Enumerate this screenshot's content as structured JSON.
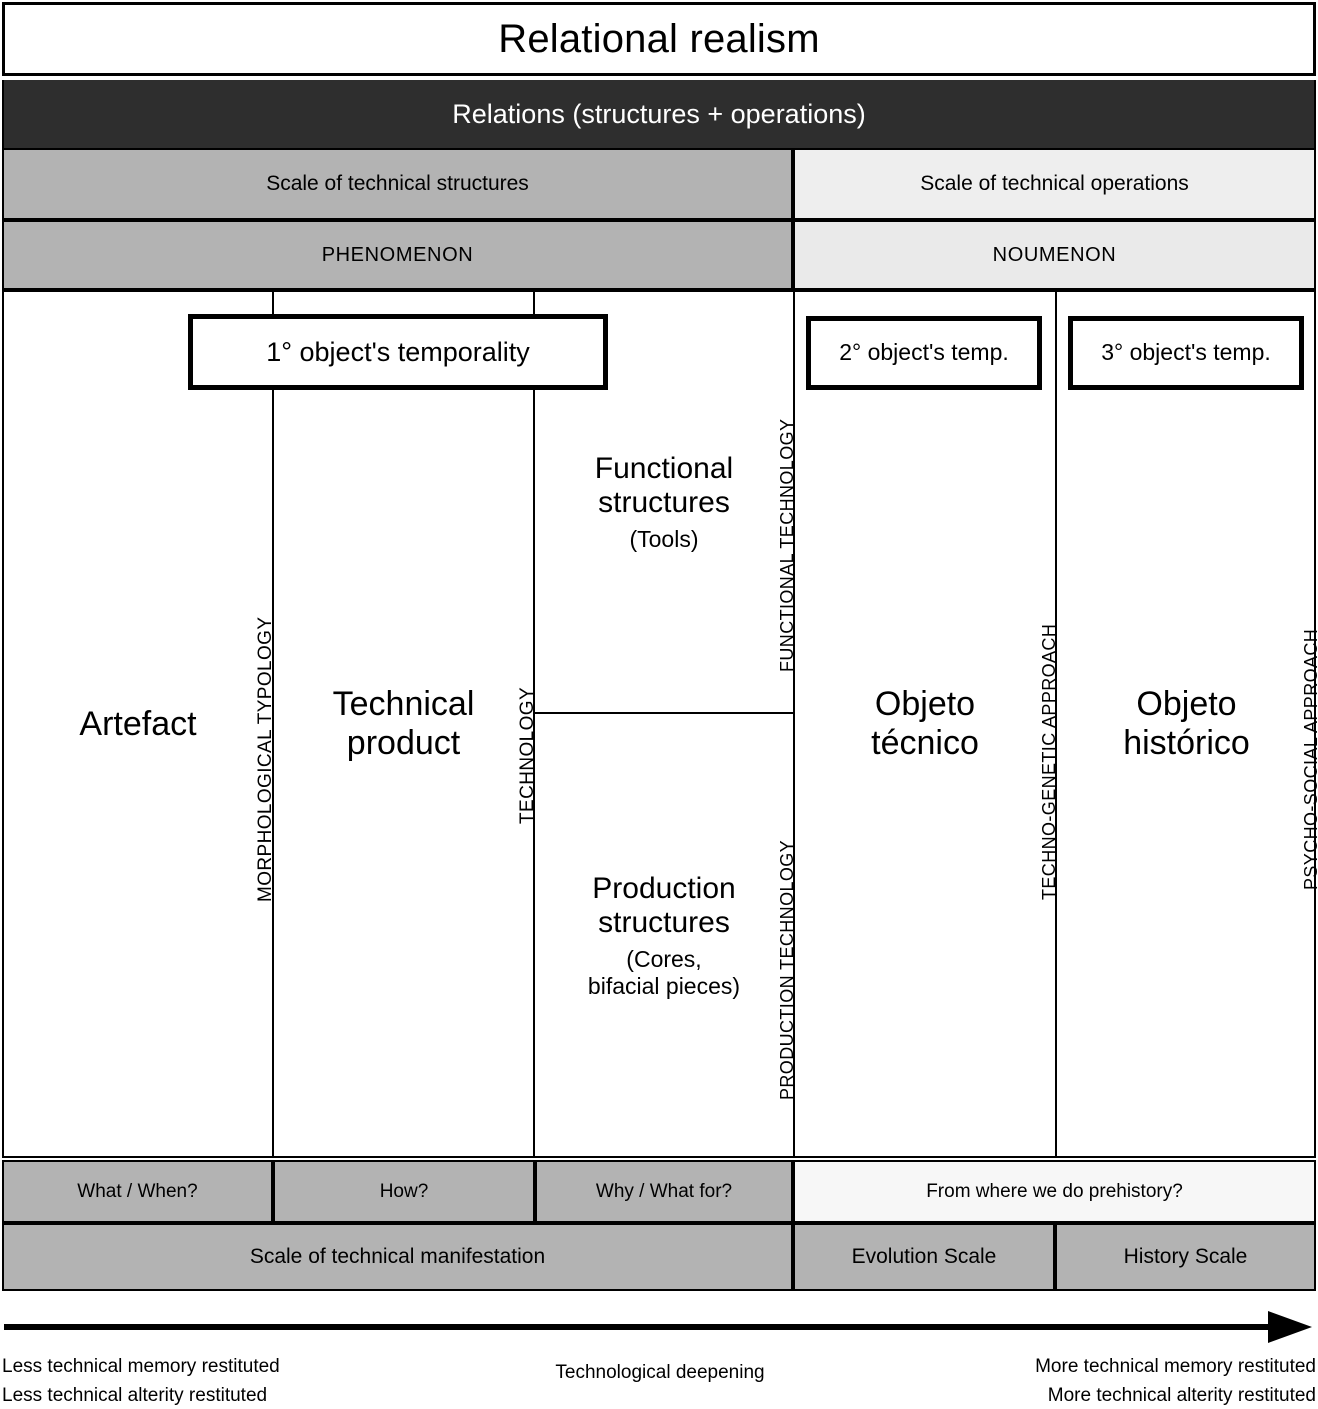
{
  "title": "Relational realism",
  "relations_band": "Relations (structures + operations)",
  "scale_row": {
    "left": "Scale of technical structures",
    "right": "Scale of technical operations"
  },
  "phenomenon_row": {
    "left": "PHENOMENON",
    "right": "NOUMENON"
  },
  "temporality": {
    "first": "1° object's temporality",
    "second": "2° object's temp.",
    "third": "3° object's temp."
  },
  "columns": {
    "artefact": {
      "label": "Artefact",
      "vertical_label": "MORPHOLOGICAL TYPOLOGY",
      "question": "What / When?"
    },
    "technical_product": {
      "label_line1": "Technical",
      "label_line2": "product",
      "vertical_label": "TECHNOLOGY",
      "question": "How?"
    },
    "structures": {
      "functional": {
        "label_line1": "Functional",
        "label_line2": "structures",
        "sub": "(Tools)",
        "vertical_label": "FUNCTIONAL TECHNOLOGY"
      },
      "production": {
        "label_line1": "Production",
        "label_line2": "structures",
        "sub_line1": "(Cores,",
        "sub_line2": "bifacial pieces)",
        "vertical_label": "PRODUCTION TECHNOLOGY"
      },
      "question": "Why / What for?"
    },
    "objeto_tecnico": {
      "label_line1": "Objeto",
      "label_line2": "técnico",
      "vertical_label": "TECHNO-GENETIC APPROACH"
    },
    "objeto_historico": {
      "label_line1": "Objeto",
      "label_line2": "histórico",
      "vertical_label": "PSYCHO-SOCIAL APPROACH"
    },
    "noumenon_question": "From where we do prehistory?"
  },
  "scales": {
    "technical_manifestation": "Scale of technical manifestation",
    "evolution": "Evolution Scale",
    "history": "History Scale"
  },
  "caption": {
    "left_line1": "Less technical memory restituted",
    "left_line2": "Less technical alterity restituted",
    "center": "Technological deepening",
    "right_line1": "More technical memory restituted",
    "right_line2": "More technical alterity restituted"
  },
  "colors": {
    "dark_band": "#2e2e2e",
    "gray": "#b3b3b3",
    "light_gray": "#eaeaea",
    "white": "#ffffff",
    "line": "#000000"
  }
}
